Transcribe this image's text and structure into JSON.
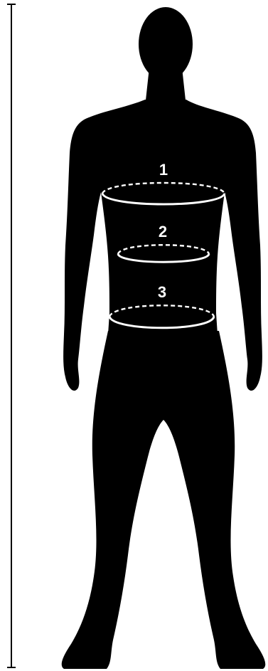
{
  "figure": {
    "colors": {
      "silhouette": "#000000",
      "background": "#ffffff",
      "measure_lines": "#ffffff",
      "height_bar": "#000000"
    }
  },
  "measurements": [
    {
      "label": "1"
    },
    {
      "label": "2"
    },
    {
      "label": "3"
    }
  ]
}
